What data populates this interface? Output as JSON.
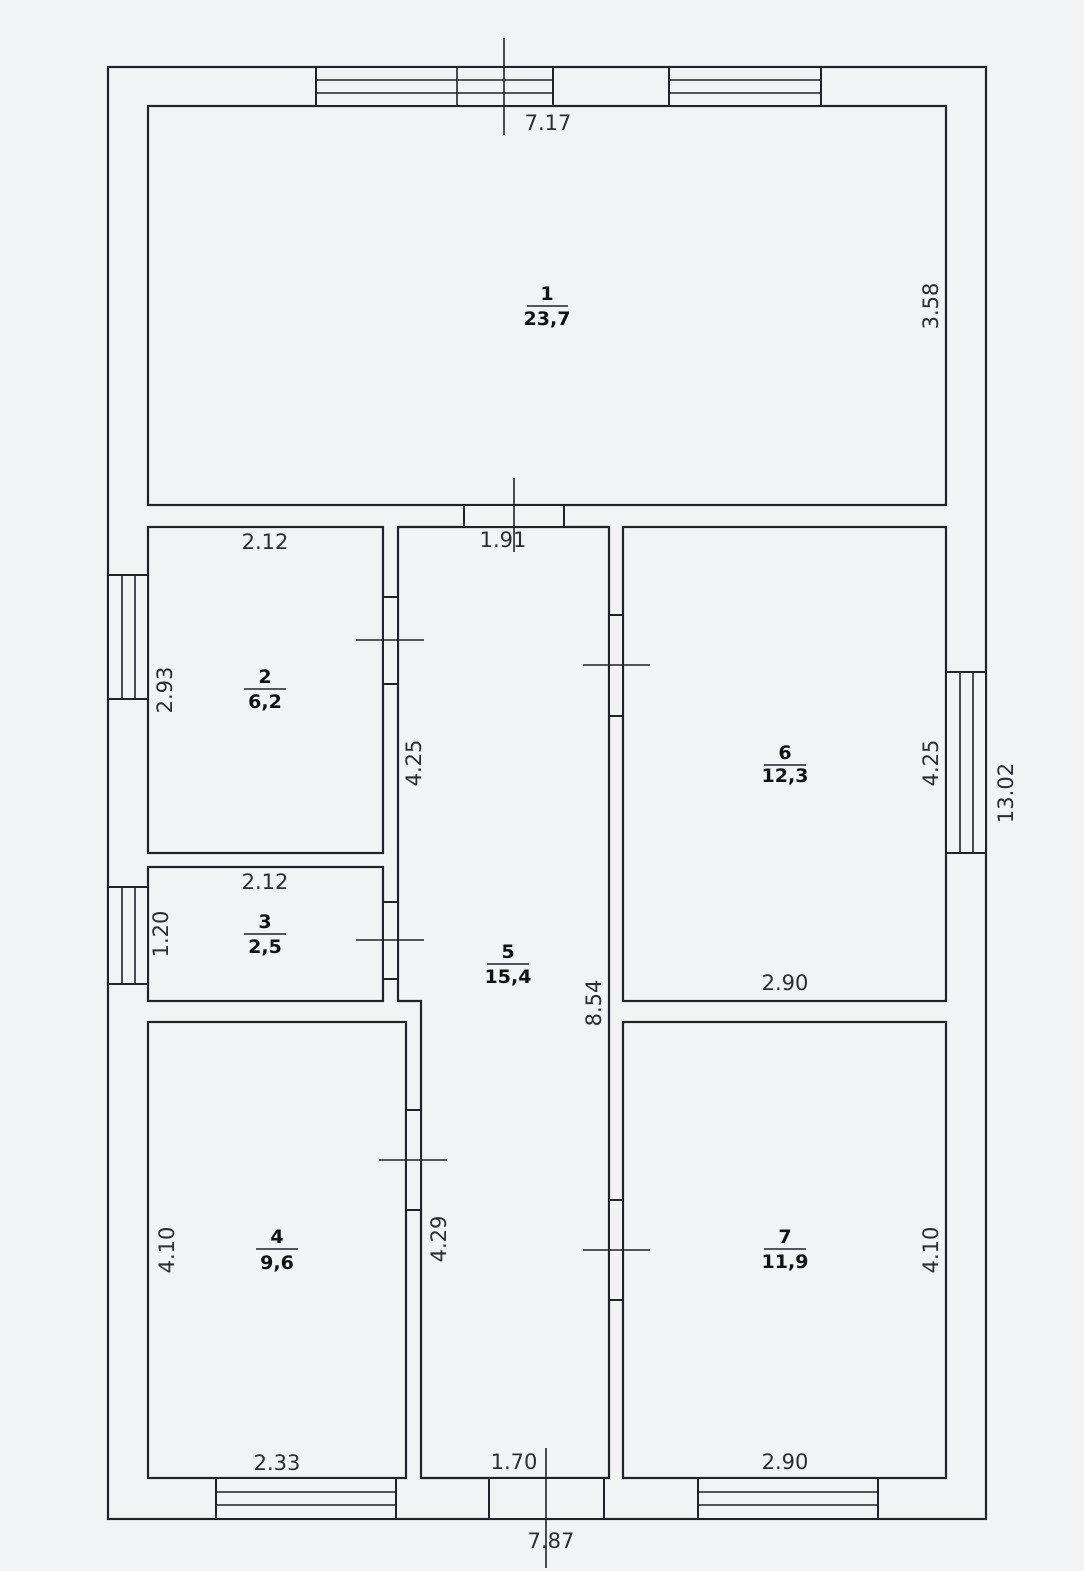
{
  "plan": {
    "overall_width_top": "7.17",
    "overall_width_bottom": "7.87",
    "overall_height": "13.02",
    "stair_width": "1.91",
    "rooms": [
      {
        "number": "1",
        "area": "23,7",
        "width": "",
        "height": "3.58"
      },
      {
        "number": "2",
        "area": "6,2",
        "width": "2.12",
        "height": "2.93"
      },
      {
        "number": "3",
        "area": "2,5",
        "width": "2.12",
        "height": "1.20"
      },
      {
        "number": "4",
        "area": "9,6",
        "width": "2.33",
        "height": "4.10"
      },
      {
        "number": "5",
        "area": "15,4",
        "width": "1.70",
        "height": "8.54"
      },
      {
        "number": "6",
        "area": "12,3",
        "width": "2.90",
        "height": "4.25"
      },
      {
        "number": "7",
        "area": "11,9",
        "width": "2.90",
        "height": "4.10"
      }
    ],
    "corridor_dims": {
      "upper": "4.25",
      "lower": "4.29"
    }
  }
}
